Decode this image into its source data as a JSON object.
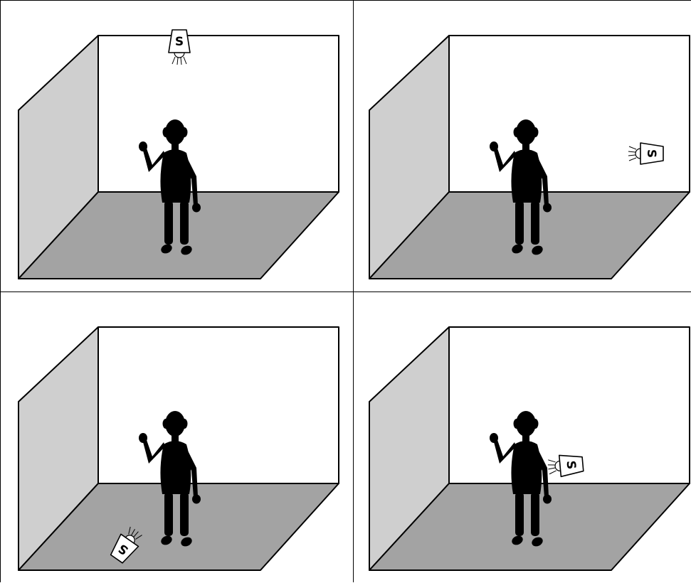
{
  "panels": [
    {
      "id": "top-left",
      "speaker_label": "S",
      "speaker_location": "ceiling-above-head"
    },
    {
      "id": "top-right",
      "speaker_label": "S",
      "speaker_location": "right-side"
    },
    {
      "id": "bottom-left",
      "speaker_label": "S",
      "speaker_location": "floor-behind-left"
    },
    {
      "id": "bottom-right",
      "speaker_label": "S",
      "speaker_location": "right-ear-close"
    }
  ],
  "colors": {
    "side_wall": "#cfcfcf",
    "back_wall": "#ffffff",
    "floor": "#a3a3a3",
    "person": "#000000",
    "outline": "#000000"
  }
}
